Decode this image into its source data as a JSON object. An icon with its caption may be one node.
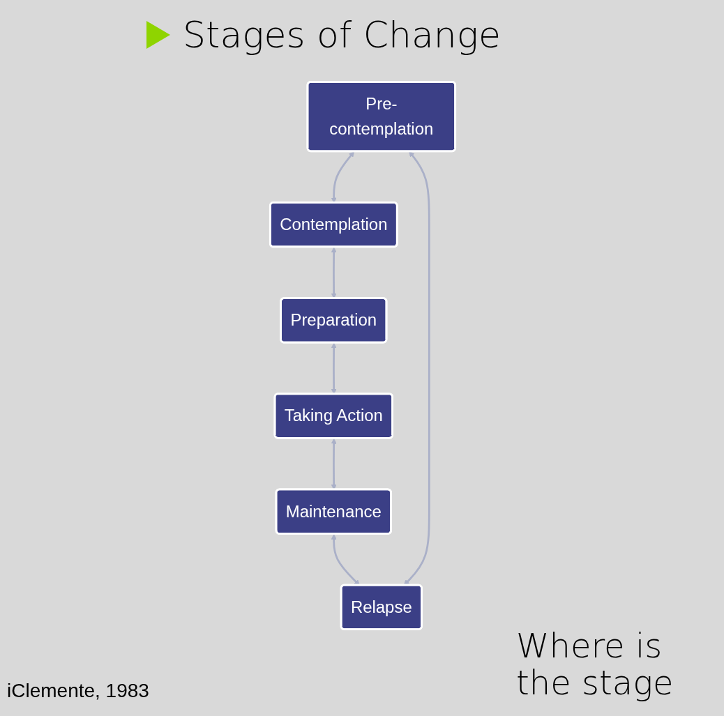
{
  "diagram": {
    "title": "Stages of Change",
    "nodes": [
      {
        "text": [
          "Pre-contemplation"
        ]
      },
      {
        "text": [
          "Contemplation"
        ]
      },
      {
        "text": [
          "Preparation"
        ]
      },
      {
        "text": [
          "Taking Action"
        ]
      },
      {
        "text": [
          "Maintenance"
        ]
      },
      {
        "text": [
          "Relapse"
        ]
      }
    ],
    "edges": [
      {
        "from": 0,
        "to": 1,
        "arrow": "both"
      },
      {
        "from": 1,
        "to": 2,
        "arrow": "both"
      },
      {
        "from": 2,
        "to": 3,
        "arrow": "both"
      },
      {
        "from": 3,
        "to": 4,
        "arrow": "both"
      },
      {
        "from": 4,
        "to": 5,
        "arrow": "both"
      },
      {
        "from": 5,
        "to": 0,
        "arrow": "both"
      }
    ],
    "labels": [
      "Where is the stage",
      "iClemente, 1983"
    ]
  }
}
